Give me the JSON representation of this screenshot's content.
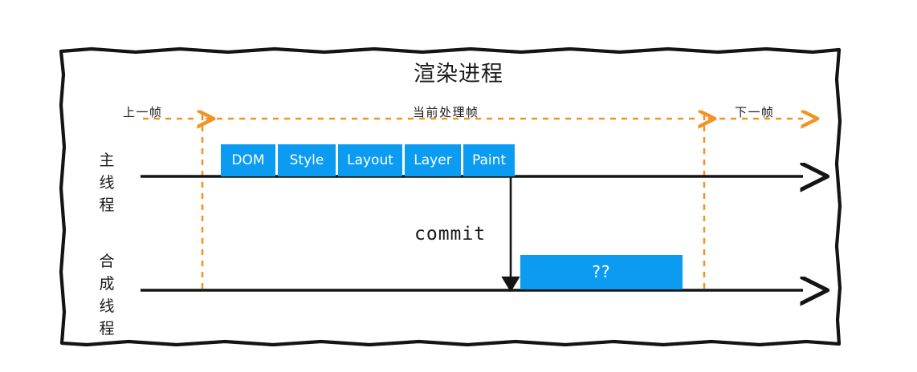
{
  "diagram": {
    "title": "渲染进程",
    "colors": {
      "accent_blue": "#0b9cf2",
      "frame_orange": "#f29425",
      "axis_black": "#1a1a1a",
      "background": "#ffffff"
    },
    "frame_bands": {
      "previous": "上一帧",
      "current": "当前处理帧",
      "next": "下一帧"
    },
    "threads": [
      {
        "id": "main-thread",
        "label": "主线程",
        "chars": [
          "主",
          "线",
          "程"
        ]
      },
      {
        "id": "compositor-thread",
        "label": "合成线程",
        "chars": [
          "合",
          "成",
          "线",
          "程"
        ]
      }
    ],
    "pipeline_stages": [
      {
        "label": "DOM",
        "width_class": "w-dom"
      },
      {
        "label": "Style",
        "width_class": "w-style"
      },
      {
        "label": "Layout",
        "width_class": "w-layout"
      },
      {
        "label": "Layer",
        "width_class": "w-layer"
      },
      {
        "label": "Paint",
        "width_class": "w-paint"
      }
    ],
    "commit_label": "commit",
    "composite_task_label": "??"
  }
}
